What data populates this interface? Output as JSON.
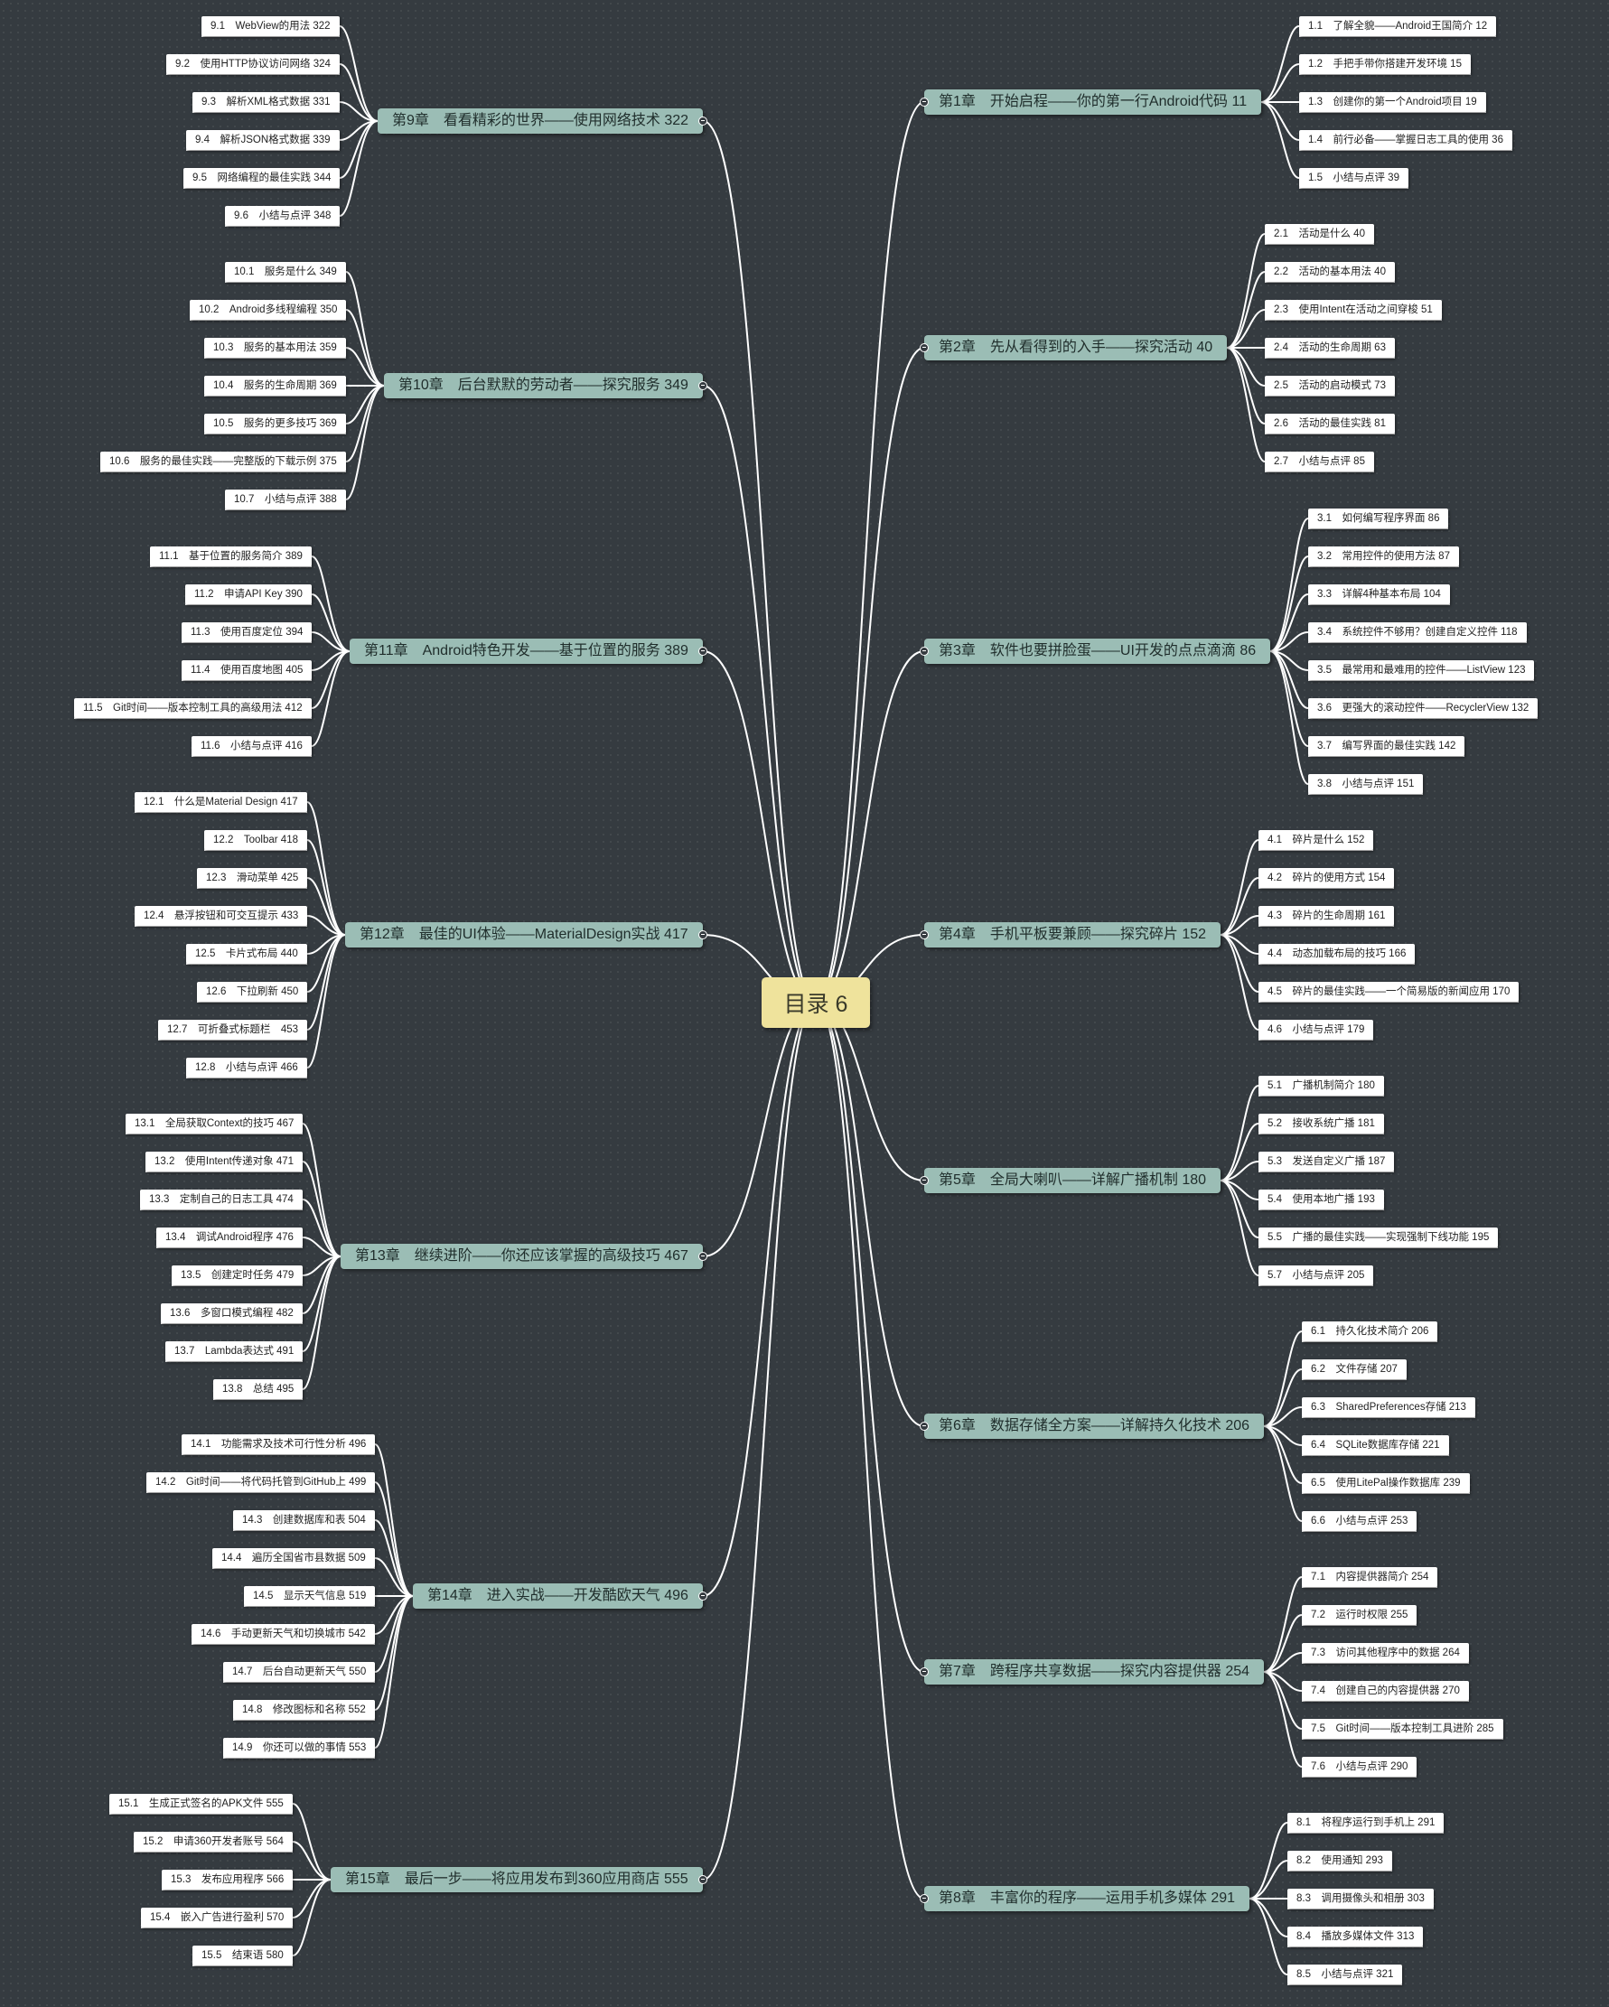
{
  "root": {
    "label": "目录 6"
  },
  "colors": {
    "background": "#353b40",
    "root": "#efe39c",
    "chapter": "#9bbdb5",
    "topic": "#ffffff",
    "line": "#ffffff"
  },
  "right_chapters": [
    {
      "label": "第1章　开始启程——你的第一行Android代码 11",
      "topics": [
        "1.1　了解全貌——Android王国简介 12",
        "1.2　手把手带你搭建开发环境 15",
        "1.3　创建你的第一个Android项目 19",
        "1.4　前行必备——掌握日志工具的使用 36",
        "1.5　小结与点评 39"
      ]
    },
    {
      "label": "第2章　先从看得到的入手——探究活动 40",
      "topics": [
        "2.1　活动是什么 40",
        "2.2　活动的基本用法 40",
        "2.3　使用Intent在活动之间穿梭 51",
        "2.4　活动的生命周期 63",
        "2.5　活动的启动模式 73",
        "2.6　活动的最佳实践 81",
        "2.7　小结与点评 85"
      ]
    },
    {
      "label": "第3章　软件也要拼脸蛋——UI开发的点点滴滴 86",
      "topics": [
        "3.1　如何编写程序界面 86",
        "3.2　常用控件的使用方法 87",
        "3.3　详解4种基本布局 104",
        "3.4　系统控件不够用？创建自定义控件 118",
        "3.5　最常用和最难用的控件——ListView 123",
        "3.6　更强大的滚动控件——RecyclerView 132",
        "3.7　编写界面的最佳实践 142",
        "3.8　小结与点评 151"
      ]
    },
    {
      "label": "第4章　手机平板要兼顾——探究碎片 152",
      "topics": [
        "4.1　碎片是什么 152",
        "4.2　碎片的使用方式 154",
        "4.3　碎片的生命周期 161",
        "4.4　动态加载布局的技巧 166",
        "4.5　碎片的最佳实践——一个简易版的新闻应用 170",
        "4.6　小结与点评 179"
      ]
    },
    {
      "label": "第5章　全局大喇叭——详解广播机制 180",
      "topics": [
        "5.1　广播机制简介 180",
        "5.2　接收系统广播 181",
        "5.3　发送自定义广播 187",
        "5.4　使用本地广播 193",
        "5.5　广播的最佳实践——实现强制下线功能 195",
        "5.7　小结与点评 205"
      ]
    },
    {
      "label": "第6章　数据存储全方案——详解持久化技术 206",
      "topics": [
        "6.1　持久化技术简介 206",
        "6.2　文件存储 207",
        "6.3　SharedPreferences存储 213",
        "6.4　SQLite数据库存储 221",
        "6.5　使用LitePal操作数据库 239",
        "6.6　小结与点评 253"
      ]
    },
    {
      "label": "第7章　跨程序共享数据——探究内容提供器 254",
      "topics": [
        "7.1　内容提供器简介 254",
        "7.2　运行时权限 255",
        "7.3　访问其他程序中的数据 264",
        "7.4　创建自己的内容提供器 270",
        "7.5　Git时间——版本控制工具进阶 285",
        "7.6　小结与点评 290"
      ]
    },
    {
      "label": "第8章　丰富你的程序——运用手机多媒体 291",
      "topics": [
        "8.1　将程序运行到手机上 291",
        "8.2　使用通知 293",
        "8.3　调用摄像头和相册 303",
        "8.4　播放多媒体文件 313",
        "8.5　小结与点评 321"
      ]
    }
  ],
  "left_chapters": [
    {
      "label": "第9章　看看精彩的世界——使用网络技术 322",
      "topics": [
        "9.1　WebView的用法 322",
        "9.2　使用HTTP协议访问网络 324",
        "9.3　解析XML格式数据 331",
        "9.4　解析JSON格式数据 339",
        "9.5　网络编程的最佳实践 344",
        "9.6　小结与点评 348"
      ]
    },
    {
      "label": "第10章　后台默默的劳动者——探究服务 349",
      "topics": [
        "10.1　服务是什么 349",
        "10.2　Android多线程编程 350",
        "10.3　服务的基本用法 359",
        "10.4　服务的生命周期 369",
        "10.5　服务的更多技巧 369",
        "10.6　服务的最佳实践——完整版的下载示例 375",
        "10.7　小结与点评 388"
      ]
    },
    {
      "label": "第11章　Android特色开发——基于位置的服务 389",
      "topics": [
        "11.1　基于位置的服务简介 389",
        "11.2　申请API Key 390",
        "11.3　使用百度定位 394",
        "11.4　使用百度地图 405",
        "11.5　Git时间——版本控制工具的高级用法 412",
        "11.6　小结与点评 416"
      ]
    },
    {
      "label": "第12章　最佳的UI体验——MaterialDesign实战 417",
      "topics": [
        "12.1　什么是Material Design 417",
        "12.2　Toolbar 418",
        "12.3　滑动菜单 425",
        "12.4　悬浮按钮和可交互提示 433",
        "12.5　卡片式布局 440",
        "12.6　下拉刷新 450",
        "12.7　可折叠式标题栏　453",
        "12.8　小结与点评 466"
      ]
    },
    {
      "label": "第13章　继续进阶——你还应该掌握的高级技巧 467",
      "topics": [
        "13.1　全局获取Context的技巧 467",
        "13.2　使用Intent传递对象 471",
        "13.3　定制自己的日志工具 474",
        "13.4　调试Android程序 476",
        "13.5　创建定时任务 479",
        "13.6　多窗口模式编程 482",
        "13.7　Lambda表达式 491",
        "13.8　总结 495"
      ]
    },
    {
      "label": "第14章　进入实战——开发酷欧天气 496",
      "topics": [
        "14.1　功能需求及技术可行性分析 496",
        "14.2　Git时间——将代码托管到GitHub上 499",
        "14.3　创建数据库和表 504",
        "14.4　遍历全国省市县数据 509",
        "14.5　显示天气信息 519",
        "14.6　手动更新天气和切换城市 542",
        "14.7　后台自动更新天气 550",
        "14.8　修改图标和名称 552",
        "14.9　你还可以做的事情 553"
      ]
    },
    {
      "label": "第15章　最后一步——将应用发布到360应用商店 555",
      "topics": [
        "15.1　生成正式签名的APK文件 555",
        "15.2　申请360开发者账号 564",
        "15.3　发布应用程序 566",
        "15.4　嵌入广告进行盈利 570",
        "15.5　结束语 580"
      ]
    }
  ]
}
